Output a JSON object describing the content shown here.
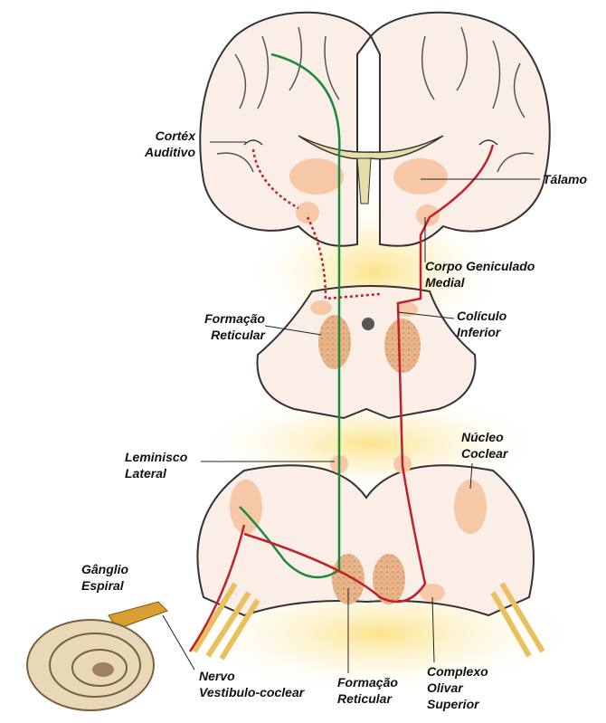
{
  "labels": {
    "cortex": [
      "Cortéx",
      "Auditivo"
    ],
    "talamo": "Tálamo",
    "geniculado": [
      "Corpo Geniculado",
      "Medial"
    ],
    "formacao_top": [
      "Formação",
      "Reticular"
    ],
    "coliculo": [
      "Colículo",
      "Inferior"
    ],
    "leminisco": [
      "Leminisco",
      "Lateral"
    ],
    "nucleo": [
      "Núcleo",
      "Coclear"
    ],
    "ganglio": [
      "Gânglio",
      "Espiral"
    ],
    "nervo": [
      "Nervo",
      "Vestibulo-coclear"
    ],
    "formacao_bottom": [
      "Formação",
      "Reticular"
    ],
    "olivar": [
      "Complexo",
      "Olivar",
      "Superior"
    ]
  },
  "colors": {
    "green": "#1d8a3a",
    "red": "#c0202a",
    "tissue": "#fbeee6",
    "nucleus": "#f7c8a8",
    "glow": "#fbe79a"
  }
}
